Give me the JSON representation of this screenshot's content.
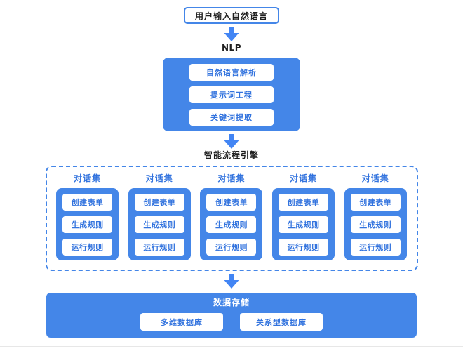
{
  "colors": {
    "primary_blue": "#4486E8",
    "pill_text_blue": "#3273DE",
    "arrow_blue": "#4285F4",
    "dark_text": "#1F1F1F",
    "divider_gray": "#E7E7E7"
  },
  "icons": {
    "flow_arrow": "arrow-down"
  },
  "flow": {
    "input": {
      "label": "用户输入自然语言"
    },
    "nlp": {
      "label": "NLP",
      "steps": [
        "自然语言解析",
        "提示词工程",
        "关键词提取"
      ]
    },
    "engine": {
      "label": "智能流程引擎",
      "columns": [
        {
          "label": "对话集",
          "steps": [
            "创建表单",
            "生成规则",
            "运行规则"
          ]
        },
        {
          "label": "对话集",
          "steps": [
            "创建表单",
            "生成规则",
            "运行规则"
          ]
        },
        {
          "label": "对话集",
          "steps": [
            "创建表单",
            "生成规则",
            "运行规则"
          ]
        },
        {
          "label": "对话集",
          "steps": [
            "创建表单",
            "生成规则",
            "运行规则"
          ]
        },
        {
          "label": "对话集",
          "steps": [
            "创建表单",
            "生成规则",
            "运行规则"
          ]
        }
      ]
    },
    "storage": {
      "label": "数据存储",
      "databases": [
        "多维数据库",
        "关系型数据库"
      ]
    }
  }
}
